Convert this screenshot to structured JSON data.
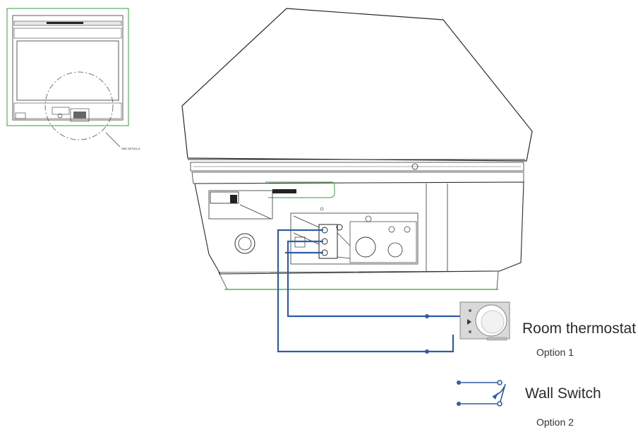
{
  "detail_label": "SEE DETAIL A",
  "thermostat": {
    "label": "Room thermostat",
    "option": "Option 1"
  },
  "wall_switch": {
    "label": "Wall Switch",
    "option": "Option 2"
  },
  "colors": {
    "wire": "#2f5da3",
    "outline": "#2a2a2a",
    "trim": "#3c9a3c",
    "thermostat_body": "#d9d9d9"
  }
}
